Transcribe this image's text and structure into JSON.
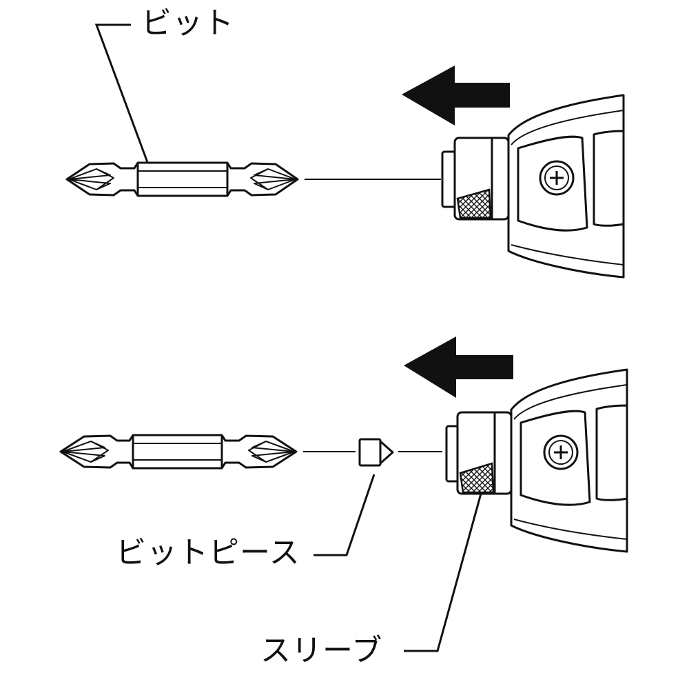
{
  "labels": {
    "bit": "ビット",
    "bit_piece": "ビットピース",
    "sleeve": "スリーブ"
  },
  "icons": {
    "direction_arrow": "left-arrow-icon",
    "screw": "screw-icon"
  },
  "colors": {
    "ink": "#111111",
    "background": "#ffffff"
  }
}
